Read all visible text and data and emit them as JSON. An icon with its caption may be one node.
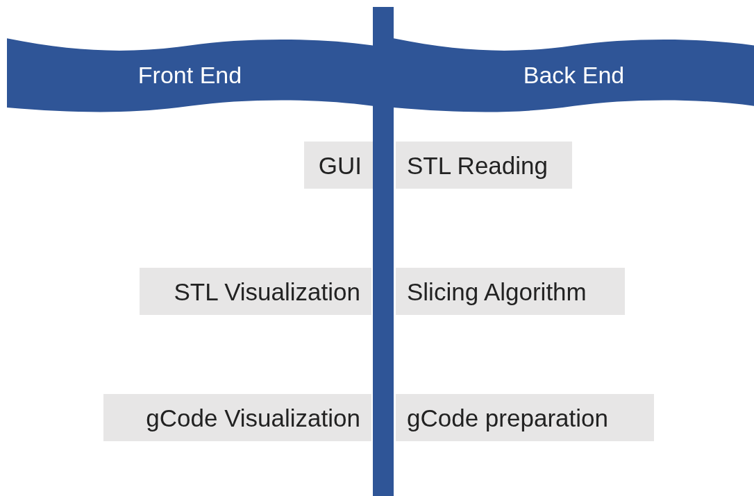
{
  "diagram": {
    "nodes": [
      {
        "text": [
          "Front End"
        ]
      },
      {
        "text": [
          "Back End"
        ]
      },
      {
        "text": [
          "GUI"
        ]
      },
      {
        "text": [
          "STL Reading"
        ]
      },
      {
        "text": [
          "STL Visualization"
        ]
      },
      {
        "text": [
          "Slicing Algorithm"
        ]
      },
      {
        "text": [
          "gCode Visualization"
        ]
      },
      {
        "text": [
          "gCode preparation"
        ]
      },
      {
        "text": [],
        "shape": "bar"
      }
    ]
  }
}
